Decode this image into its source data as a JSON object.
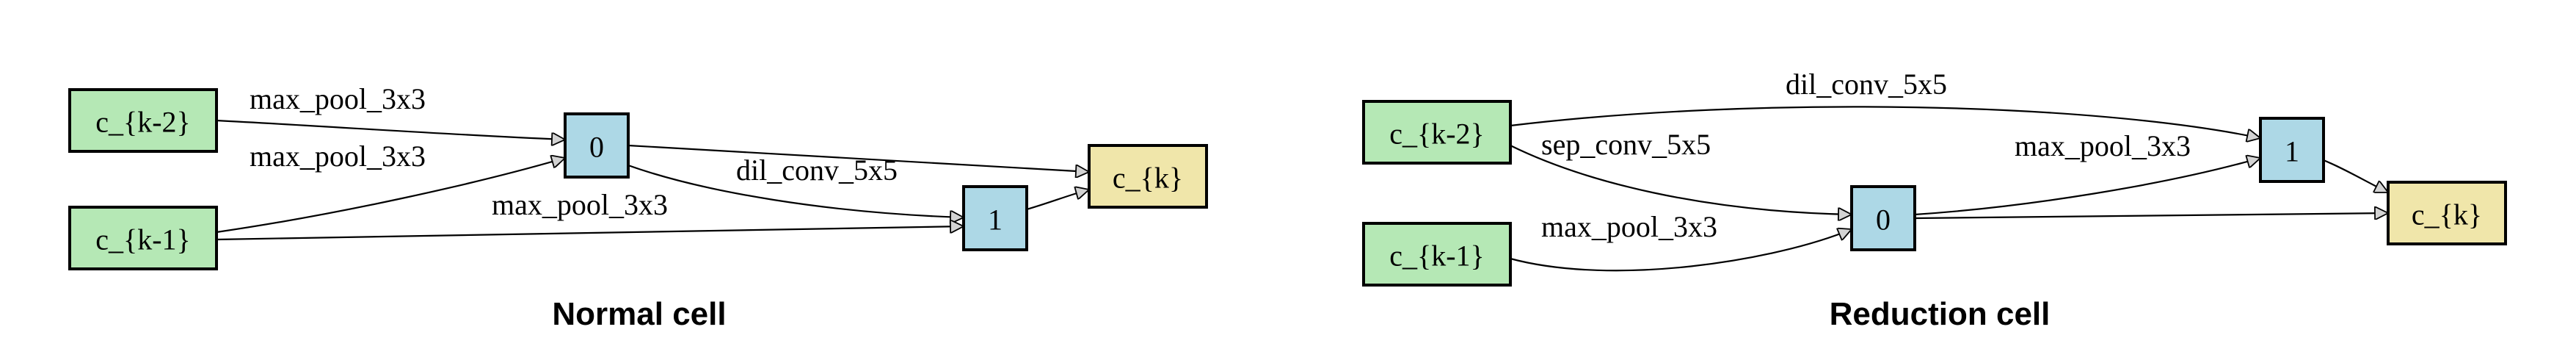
{
  "colors": {
    "input_node": "#b5e8b5",
    "intermediate_node": "#add8e6",
    "output_node": "#f0e6aa",
    "stroke": "#000000",
    "arrowhead": "#d3d3d3"
  },
  "cells": [
    {
      "title": "Normal cell",
      "nodes": [
        {
          "id": "ck2",
          "label": "c_{k-2}",
          "kind": "input_node"
        },
        {
          "id": "ck1",
          "label": "c_{k-1}",
          "kind": "input_node"
        },
        {
          "id": "n0",
          "label": "0",
          "kind": "intermediate_node"
        },
        {
          "id": "n1",
          "label": "1",
          "kind": "intermediate_node"
        },
        {
          "id": "ck",
          "label": "c_{k}",
          "kind": "output_node"
        }
      ],
      "edges": [
        {
          "from": "ck2",
          "to": "n0",
          "label": "max_pool_3x3"
        },
        {
          "from": "ck1",
          "to": "n0",
          "label": "max_pool_3x3"
        },
        {
          "from": "n0",
          "to": "n1",
          "label": "dil_conv_5x5"
        },
        {
          "from": "ck1",
          "to": "n1",
          "label": "max_pool_3x3"
        },
        {
          "from": "n0",
          "to": "ck",
          "label": ""
        },
        {
          "from": "n1",
          "to": "ck",
          "label": ""
        }
      ]
    },
    {
      "title": "Reduction cell",
      "nodes": [
        {
          "id": "ck2",
          "label": "c_{k-2}",
          "kind": "input_node"
        },
        {
          "id": "ck1",
          "label": "c_{k-1}",
          "kind": "input_node"
        },
        {
          "id": "n0",
          "label": "0",
          "kind": "intermediate_node"
        },
        {
          "id": "n1",
          "label": "1",
          "kind": "intermediate_node"
        },
        {
          "id": "ck",
          "label": "c_{k}",
          "kind": "output_node"
        }
      ],
      "edges": [
        {
          "from": "ck2",
          "to": "n1",
          "label": "dil_conv_5x5"
        },
        {
          "from": "ck2",
          "to": "n0",
          "label": "sep_conv_5x5"
        },
        {
          "from": "ck1",
          "to": "n0",
          "label": "max_pool_3x3"
        },
        {
          "from": "n0",
          "to": "n1",
          "label": "max_pool_3x3"
        },
        {
          "from": "n0",
          "to": "ck",
          "label": ""
        },
        {
          "from": "n1",
          "to": "ck",
          "label": ""
        }
      ]
    }
  ]
}
